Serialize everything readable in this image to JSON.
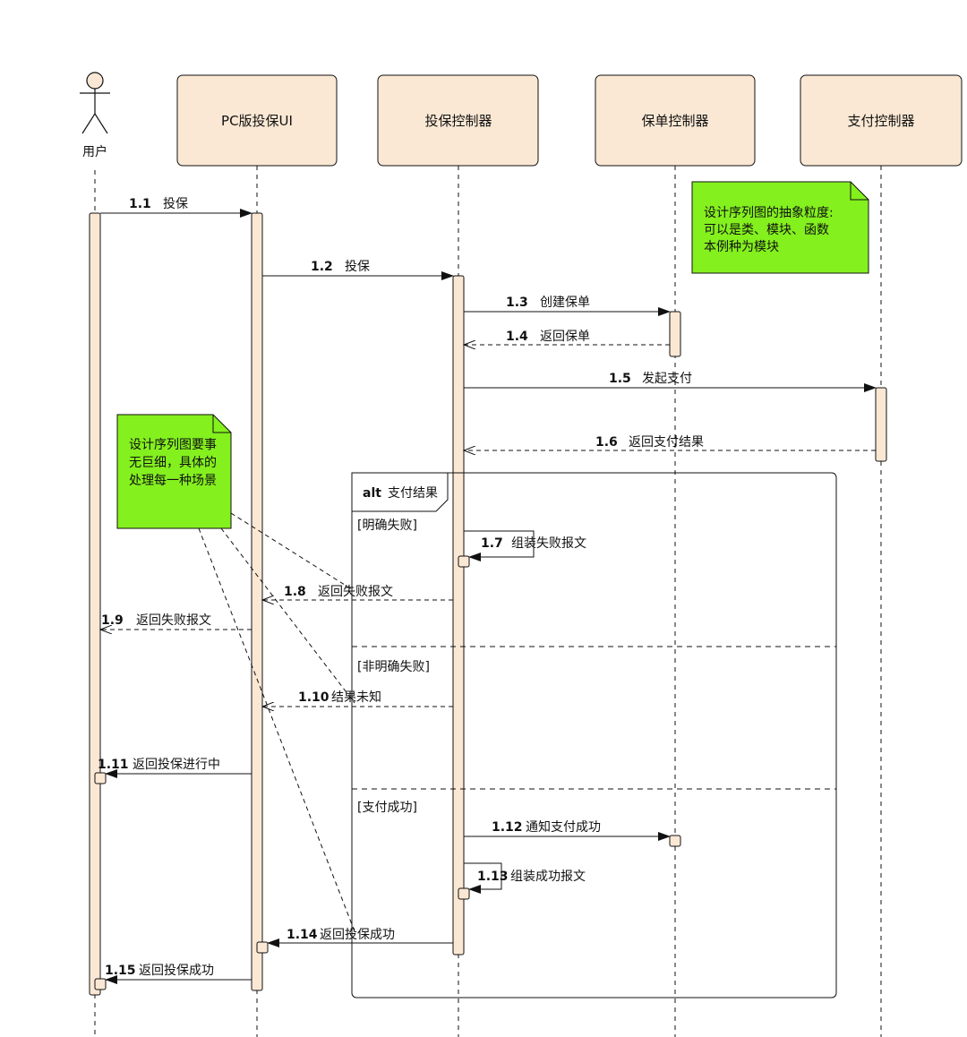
{
  "colors": {
    "box_fill": "#fae8d4",
    "note_fill": "#84f01e",
    "line": "#111111"
  },
  "actor": {
    "label": "用户",
    "icon": "stick-figure-icon"
  },
  "participants": [
    {
      "id": "pc-ui",
      "label": "PC版投保UI"
    },
    {
      "id": "insure-ctrl",
      "label": "投保控制器"
    },
    {
      "id": "policy-ctrl",
      "label": "保单控制器"
    },
    {
      "id": "pay-ctrl",
      "label": "支付控制器"
    }
  ],
  "notes": [
    {
      "lines": [
        "设计序列图的抽象粒度:",
        "可以是类、模块、函数",
        "本例种为模块"
      ]
    },
    {
      "lines": [
        "设计序列图要事",
        "无巨细，具体的",
        "处理每一种场景"
      ]
    }
  ],
  "fragment": {
    "keyword": "alt",
    "title": "支付结果",
    "guards": [
      "[明确失败]",
      "[非明确失败]",
      "[支付成功]"
    ]
  },
  "messages": [
    {
      "num": "1.1",
      "text": "投保"
    },
    {
      "num": "1.2",
      "text": "投保"
    },
    {
      "num": "1.3",
      "text": "创建保单"
    },
    {
      "num": "1.4",
      "text": "返回保单"
    },
    {
      "num": "1.5",
      "text": "发起支付"
    },
    {
      "num": "1.6",
      "text": "返回支付结果"
    },
    {
      "num": "1.7",
      "text": "组装失败报文"
    },
    {
      "num": "1.8",
      "text": "返回失败报文"
    },
    {
      "num": "1.9",
      "text": "返回失败报文"
    },
    {
      "num": "1.10",
      "text": "结果未知"
    },
    {
      "num": "1.11",
      "text": "返回投保进行中"
    },
    {
      "num": "1.12",
      "text": "通知支付成功"
    },
    {
      "num": "1.13",
      "text": "组装成功报文"
    },
    {
      "num": "1.14",
      "text": "返回投保成功"
    },
    {
      "num": "1.15",
      "text": "返回投保成功"
    }
  ]
}
